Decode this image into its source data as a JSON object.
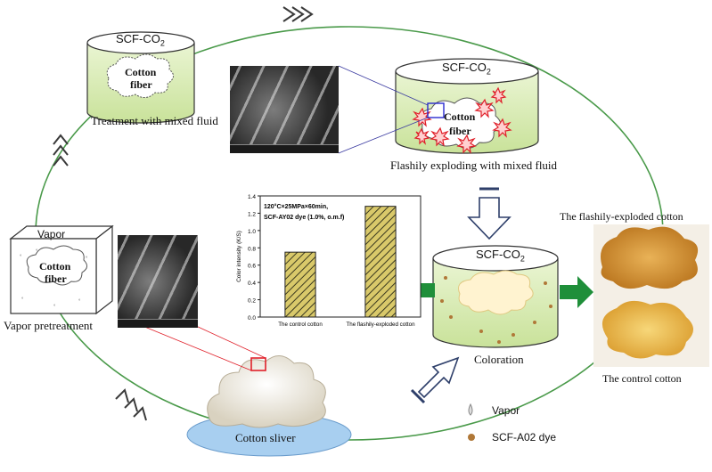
{
  "cycle": {
    "stage_treatment": {
      "vessel_label": "SCF-CO",
      "vessel_sub": "2",
      "fiber_line1": "Cotton",
      "fiber_line2": "fiber",
      "caption": "Treatment with mixed fluid"
    },
    "stage_explode": {
      "vessel_label": "SCF-CO",
      "vessel_sub": "2",
      "fiber_line1": "Cotton",
      "fiber_line2": "fiber",
      "caption": "Flashily exploding with mixed fluid"
    },
    "stage_vapor": {
      "box_label": "Vapor",
      "fiber_line1": "Cotton",
      "fiber_line2": "fiber",
      "caption": "Vapor pretreatment"
    },
    "stage_coloration": {
      "vessel_label": "SCF-CO",
      "vessel_sub": "2",
      "caption": "Coloration"
    },
    "stage_sliver": {
      "caption": "Cotton sliver"
    }
  },
  "chart_data": {
    "type": "bar",
    "categories": [
      "The control cotton",
      "The flashily-exploded cotton"
    ],
    "values": [
      0.75,
      1.28
    ],
    "ylabel": "Color intensity (K/S)",
    "ylim": [
      0,
      1.4
    ],
    "yticks": [
      "0.0",
      "0.2",
      "0.4",
      "0.6",
      "0.8",
      "1.0",
      "1.2",
      "1.4"
    ],
    "annotation_line1": "120°C×25MPa×60min,",
    "annotation_line2": "SCF-AY02 dye (1.0%, o.m.f)"
  },
  "samples": {
    "top_label": "The flashily-exploded  cotton",
    "bottom_label": "The control cotton",
    "top_color": "#d79a3c",
    "bottom_color": "#eab84e"
  },
  "legend": [
    {
      "label": "Vapor",
      "icon": "vapor-droplet-icon"
    },
    {
      "label": "SCF-A02 dye",
      "icon": "dye-particle-icon"
    }
  ],
  "colors": {
    "fluid": "#dff0c0",
    "arrow_green": "#1f8f3a",
    "ring": "#4a9a4a",
    "sliver_base": "#a8cff0"
  }
}
